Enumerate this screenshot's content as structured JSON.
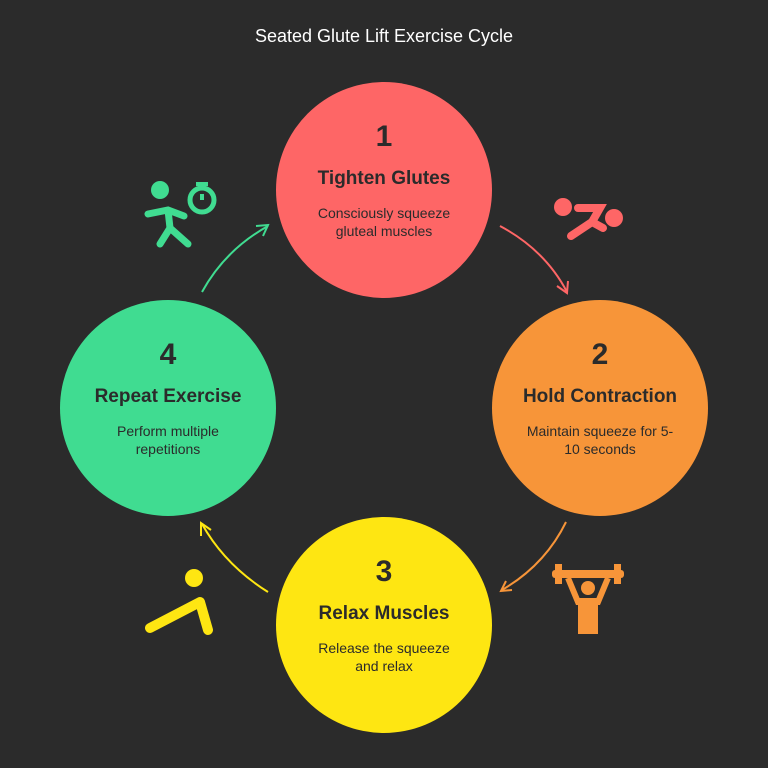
{
  "title": "Seated Glute Lift Exercise Cycle",
  "steps": [
    {
      "number": "1",
      "heading": "Tighten Glutes",
      "description": "Consciously squeeze gluteal muscles",
      "color": "#fe6666",
      "icon": "stretching-person-icon"
    },
    {
      "number": "2",
      "heading": "Hold Contraction",
      "description": "Maintain squeeze for 5-10 seconds",
      "color": "#f79539",
      "icon": "weightlifter-icon"
    },
    {
      "number": "3",
      "heading": "Relax Muscles",
      "description": "Release the squeeze and relax",
      "color": "#fee612",
      "icon": "resting-person-icon"
    },
    {
      "number": "4",
      "heading": "Repeat Exercise",
      "description": "Perform multiple repetitions",
      "color": "#40dc91",
      "icon": "runner-stopwatch-icon"
    }
  ]
}
